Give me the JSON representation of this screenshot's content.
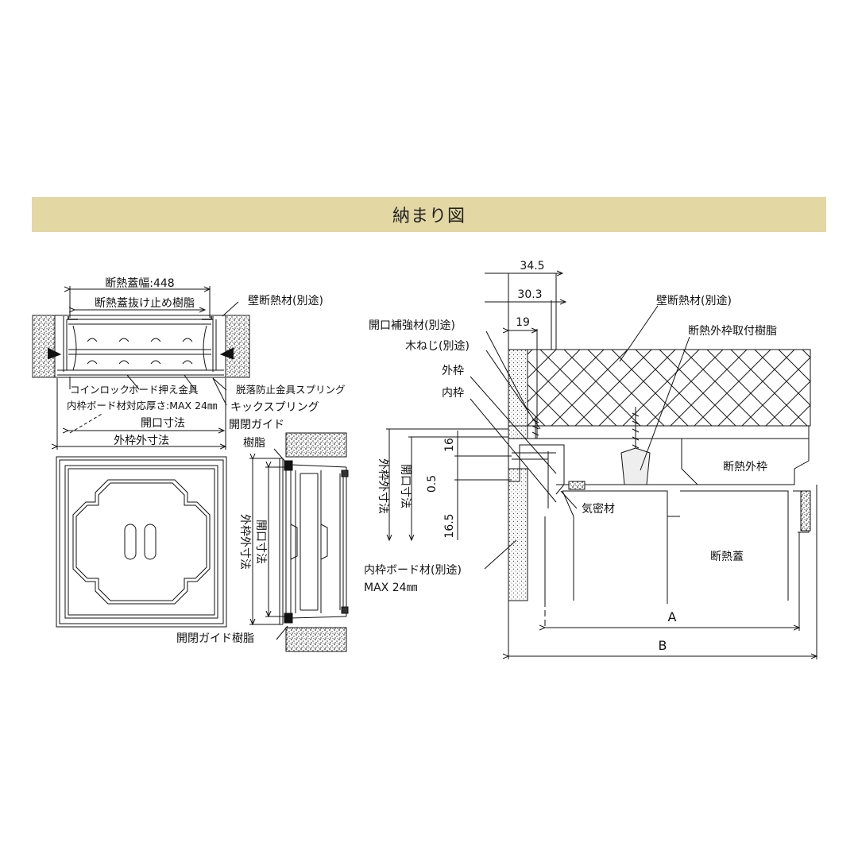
{
  "title": "納まり図",
  "left_top": {
    "insulation_lid_width": "断熱蓋幅:448",
    "insulation_lid_stopper_resin": "断熱蓋抜け止め樹脂",
    "wall_insulation": "壁断熱材(別途)",
    "coin_lock": "コインロック",
    "board_press_fitting": "ボード押え金具",
    "fall_prevention_spring": "脱落防止金具スプリング",
    "inner_board_thickness": "内枠ボード材対応厚さ:MAX 24㎜",
    "kick_spring": "キックスプリング",
    "opening_size": "開口寸法",
    "outer_frame_size": "外枠外寸法"
  },
  "left_bottom": {
    "open_close_guide_resin_line1": "開閉ガイド",
    "open_close_guide_resin_line2": "樹脂",
    "outer_frame_size_v": "外枠外寸法",
    "opening_size_v": "開口寸法",
    "open_close_guide_resin_bottom": "開閉ガイド樹脂"
  },
  "right": {
    "dim_345": "34.5",
    "dim_303": "30.3",
    "dim_19": "19",
    "opening_reinforcement": "開口補強材(別途)",
    "wood_screw": "木ねじ(別途)",
    "outer_frame": "外枠",
    "inner_frame": "内枠",
    "dim_16": "16",
    "dim_05": "0.5",
    "dim_165": "16.5",
    "outer_frame_size_v": "外枠外寸法",
    "opening_size_v": "開口寸法",
    "wall_insulation": "壁断熱材(別途)",
    "insulation_outer_frame_resin": "断熱外枠取付樹脂",
    "insulation_outer_frame": "断熱外枠",
    "airtight_material": "気密材",
    "insulation_lid": "断熱蓋",
    "inner_board_line1": "内枠ボード材(別途)",
    "inner_board_line2": "MAX 24㎜",
    "dim_A": "A",
    "dim_B": "B"
  }
}
